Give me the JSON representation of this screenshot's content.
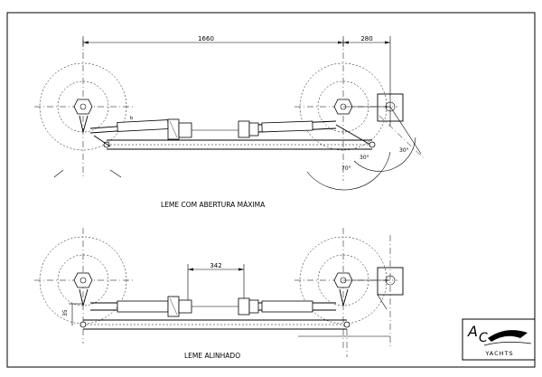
{
  "drawing": {
    "top_view": {
      "caption": "LEME COM ABERTURA MÁXIMA",
      "dim_span": "1660",
      "dim_offset": "280",
      "angle_a": "30°",
      "angle_b": "30°",
      "angle_c": "70°"
    },
    "bottom_view": {
      "caption": "LEME ALINHADO",
      "dim_center": "342",
      "dim_vertical": "35"
    }
  },
  "logo": {
    "text": "YACHTS",
    "letters": "A"
  }
}
